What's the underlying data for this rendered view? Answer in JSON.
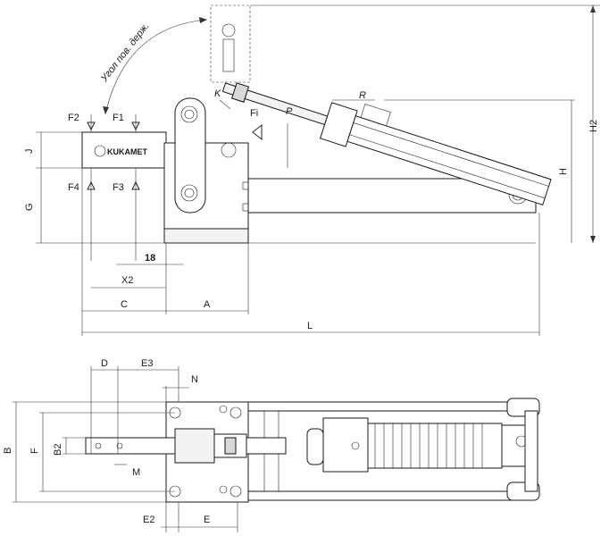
{
  "top_view": {
    "rotation_label": "Угол пов. держ.",
    "forces": [
      "F2",
      "F1",
      "F4",
      "F3",
      "Fi"
    ],
    "dims": {
      "J": "J",
      "G": "G",
      "K": "K",
      "P": "P",
      "R": "R",
      "H": "H",
      "H2": "H2",
      "X2": "X2",
      "C": "C",
      "A": "A",
      "L": "L",
      "value_18": "18"
    },
    "brand": "KUKAMET"
  },
  "bottom_view": {
    "dims": {
      "D": "D",
      "E3": "E3",
      "N": "N",
      "B": "B",
      "F": "F",
      "B2": "B2",
      "M": "M",
      "E2": "E2",
      "E": "E"
    }
  }
}
